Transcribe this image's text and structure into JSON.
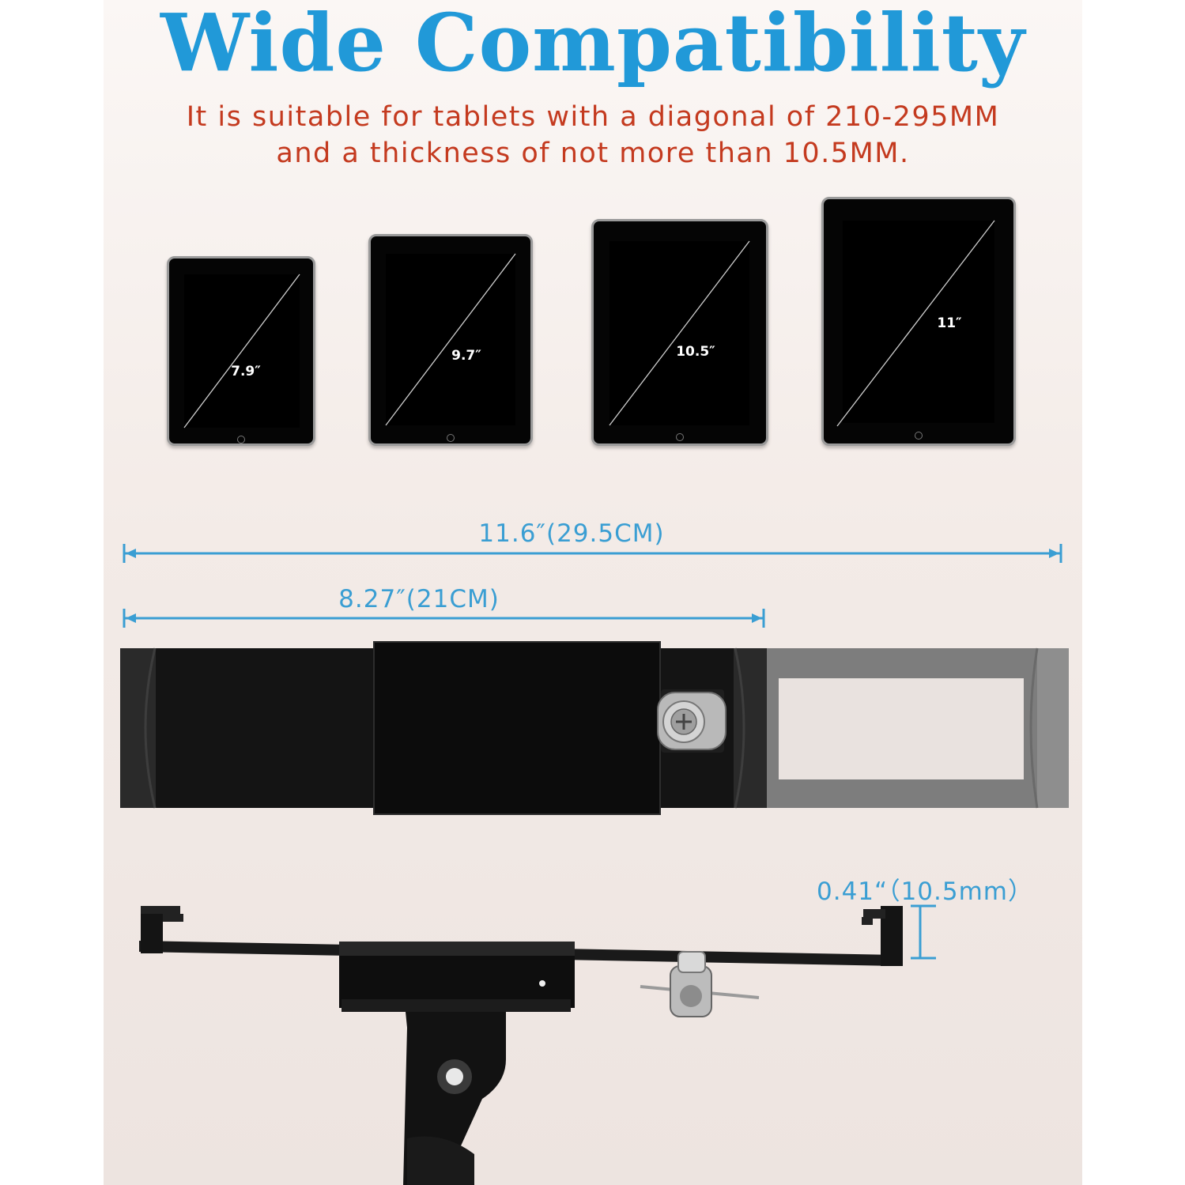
{
  "title": "Wide Compatibility",
  "subtitle_line1": "It is suitable for tablets with a diagonal of 210-295MM",
  "subtitle_line2": "and a thickness of not more than 10.5MM.",
  "tablets": [
    {
      "size": "7.9″"
    },
    {
      "size": "9.7″"
    },
    {
      "size": "10.5″"
    },
    {
      "size": "11″"
    }
  ],
  "dimensions": {
    "max_width": "11.6″(29.5CM)",
    "min_width": "8.27″(21CM)",
    "thickness": "0.41“（10.5mm）"
  },
  "colors": {
    "title": "#2199d8",
    "subtitle": "#c43a1f",
    "dimension": "#3a9ed3"
  }
}
